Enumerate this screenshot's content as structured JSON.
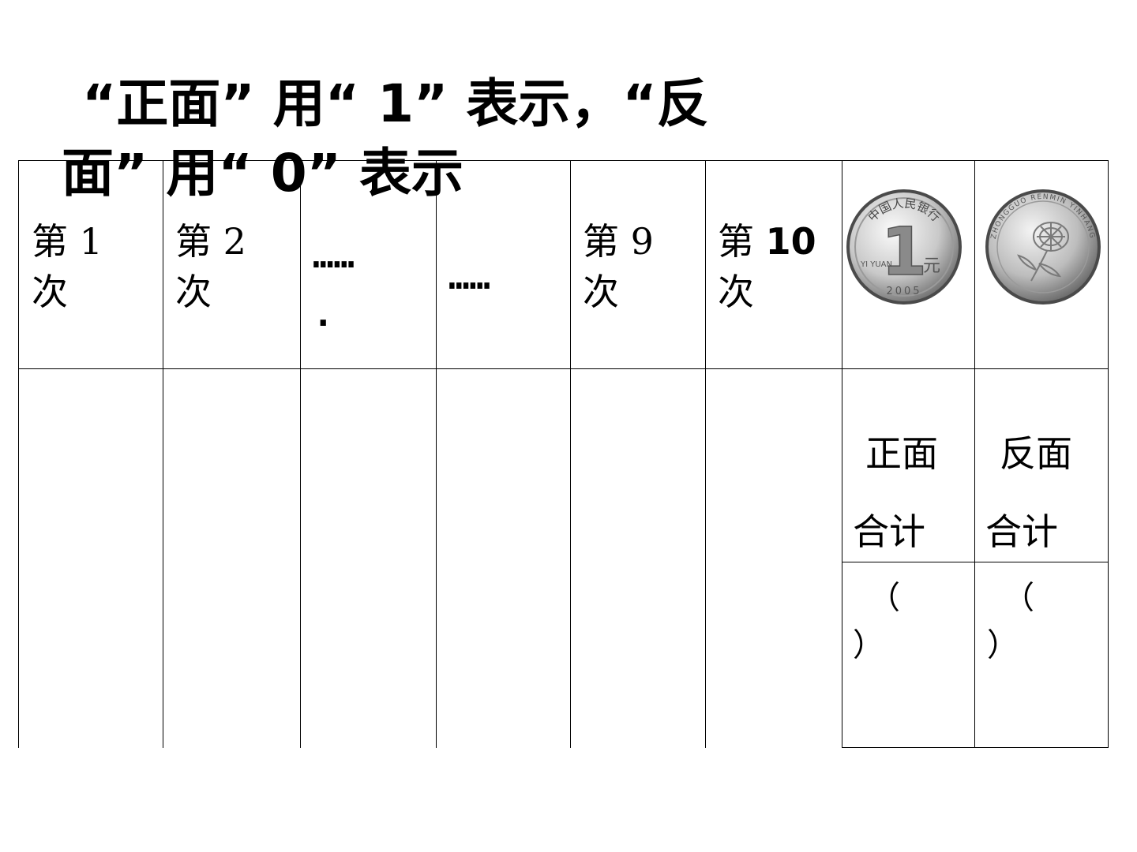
{
  "title": {
    "line1": "“正面” 用“ 1” 表示，“反",
    "line2": "面” 用“ 0” 表示"
  },
  "headers": {
    "col1": {
      "a": "第 1",
      "b": "次"
    },
    "col2": {
      "a": "第 2",
      "b": "次"
    },
    "col3": {
      "a": "……",
      "b": "."
    },
    "col4": "……",
    "col5": {
      "a": "第 9",
      "b": "次"
    },
    "col6": {
      "a": "第 ",
      "num": "10",
      "b": "次"
    }
  },
  "coins": {
    "front": {
      "icon": "coin-front-1-yuan-icon",
      "top_text": "中国人民银行",
      "left_text": "YI YUAN",
      "denomination": "1",
      "unit": "元",
      "year": "2005"
    },
    "back": {
      "icon": "coin-back-chrysanthemum-icon",
      "rim_text": "ZHONGGUO RENMIN YINHANG"
    }
  },
  "totals": {
    "front": {
      "a": "正面",
      "b": "合计",
      "open": "（",
      "close": "）"
    },
    "back": {
      "a": "反面",
      "b": "合计",
      "open": "（",
      "close": "）"
    }
  },
  "colors": {
    "line": "#000000",
    "coin_light": "#e8e8e8",
    "coin_dark": "#6e6e6e"
  }
}
